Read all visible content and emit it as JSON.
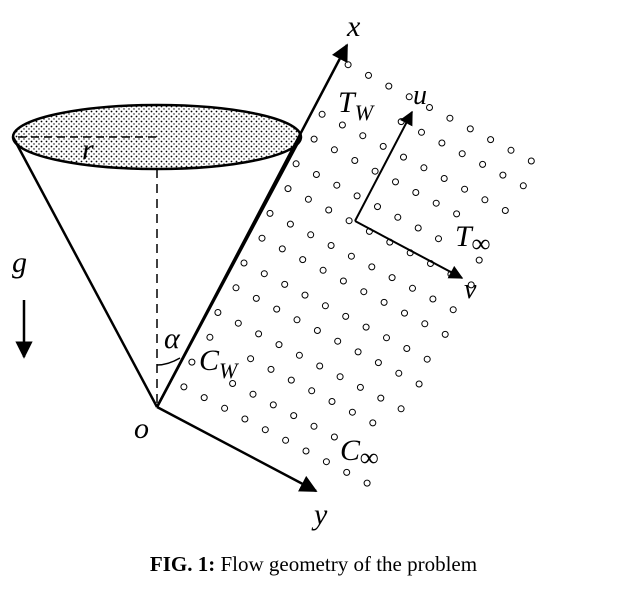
{
  "figure": {
    "labels": {
      "x_axis": "x",
      "y_axis": "y",
      "origin": "o",
      "gravity": "g",
      "radius": "r",
      "angle": "α",
      "wall_temp": "T",
      "wall_temp_sub": "W",
      "wall_conc": "C",
      "wall_conc_sub": "W",
      "ambient_temp": "T",
      "ambient_temp_sub": "∞",
      "ambient_conc": "C",
      "ambient_conc_sub": "∞",
      "u_velocity": "u",
      "v_velocity": "v"
    }
  },
  "caption": {
    "prefix": "FIG. 1:",
    "text": " Flow geometry of the problem"
  }
}
